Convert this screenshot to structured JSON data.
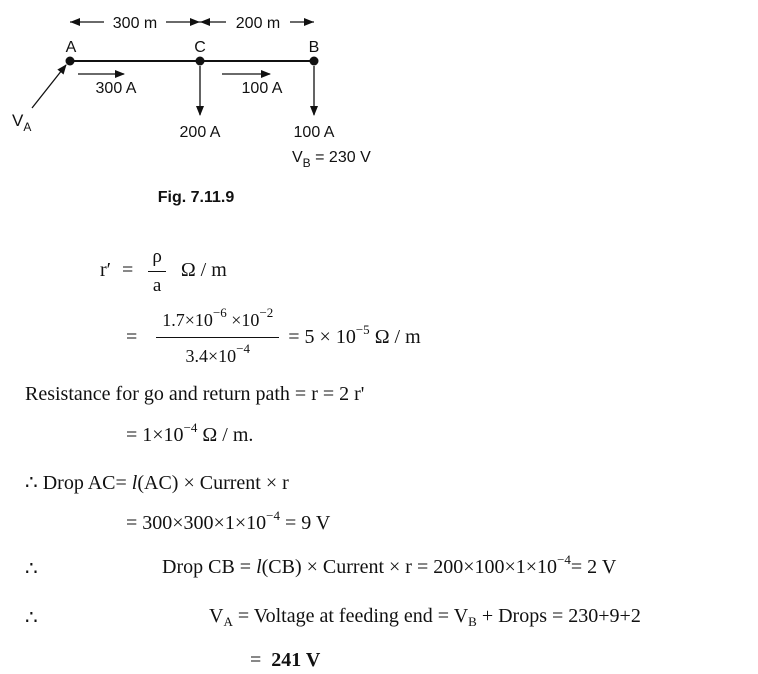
{
  "figure": {
    "dim_ac": "300 m",
    "dim_cb": "200 m",
    "node_a": "A",
    "node_c": "C",
    "node_b": "B",
    "current_ac": "300 A",
    "current_cb": "100 A",
    "load_c": "200 A",
    "load_b": "100 A",
    "va_main": "V",
    "va_sub": "A",
    "vb_main": "V",
    "vb_sub": "B",
    "vb_rest": " = 230 V",
    "caption": "Fig. 7.11.9"
  },
  "eq1": {
    "lhs": "r′",
    "eq": "=",
    "num": "ρ",
    "den": "a",
    "unit": "Ω / m"
  },
  "eq2": {
    "eq": "=",
    "num_a": "1.7×10",
    "num_a_sup": "−6",
    "num_b": " ×10",
    "num_b_sup": "−2",
    "den_a": "3.4×10",
    "den_a_sup": "−4",
    "rhs_a": "= 5 × 10",
    "rhs_sup": "−5",
    "rhs_b": " Ω / m"
  },
  "line3": "Resistance for go and return path = r = 2 r'",
  "line4": {
    "a": "= 1×10",
    "sup": "−4",
    "b": " Ω / m."
  },
  "line5": {
    "therefore": "∴",
    "a": " Drop AC= ",
    "l": "l",
    "b": "(AC) × Current × r"
  },
  "line6": {
    "a": "= 300×300×1×10",
    "sup": "−4",
    "b": " = 9 V"
  },
  "line7": {
    "therefore": "∴",
    "a": "Drop CB = ",
    "l": "l",
    "b": "(CB) × Current × r = 200×100×1×10",
    "sup": "−4",
    "c": "= 2 V"
  },
  "line8": {
    "therefore": "∴",
    "v": "V",
    "v_sub": "A",
    "eq": " = Voltage at feeding end = V",
    "vb_sub": "B",
    "rest": " + Drops = 230+9+2"
  },
  "line9": {
    "eq": "=",
    "result": "241 V"
  }
}
